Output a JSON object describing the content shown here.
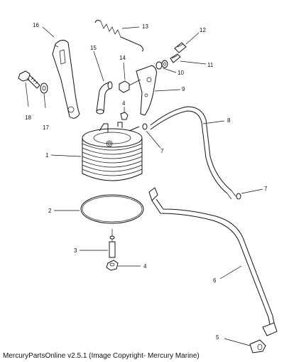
{
  "caption": "MercuryPartsOnline v2.5.1 (Image Copyright- Mercury Marine)",
  "callouts": {
    "c1": "1",
    "c2": "2",
    "c3": "3",
    "c4a": "4",
    "c4b": "4",
    "c5": "5",
    "c6": "6",
    "c7a": "7",
    "c7b": "7",
    "c8": "8",
    "c9": "9",
    "c10": "10",
    "c11": "11",
    "c12": "12",
    "c13": "13",
    "c14": "14",
    "c15": "15",
    "c16": "16",
    "c17": "17",
    "c18": "18"
  }
}
